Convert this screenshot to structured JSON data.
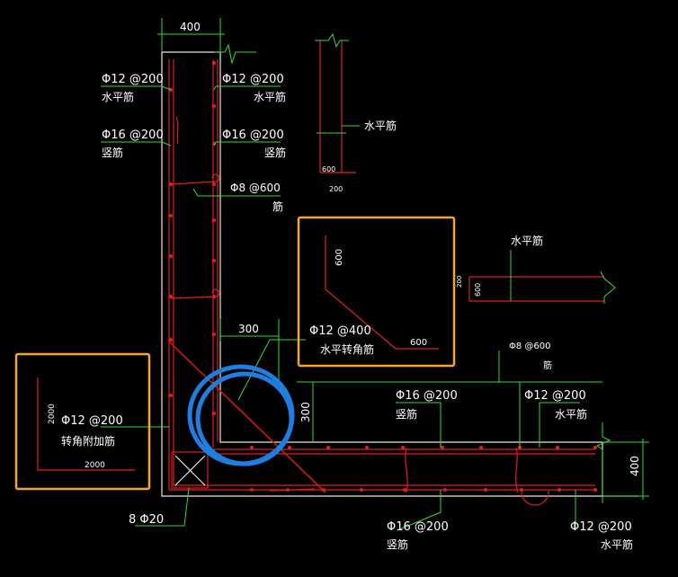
{
  "dims": {
    "wall_width_top": "400",
    "wall_width_right": "400",
    "corner_leg_vertical": "300",
    "corner_leg_horizontal": "300",
    "detail_hook_h": "600",
    "detail_hook_v": "200",
    "inset_corner_leg_a": "600",
    "inset_corner_leg_b": "600",
    "inset_addbar_leg_a": "2000",
    "inset_addbar_leg_b": "2000",
    "detail2_h": "600",
    "detail2_small": "200"
  },
  "labels": {
    "top_left_horiz_spec": "Φ12 @200",
    "top_left_horiz_name": "水平筋",
    "top_right_horiz_spec": "Φ12 @200",
    "top_right_horiz_name": "水平筋",
    "top_left_vert_spec": "Φ16 @200",
    "top_left_vert_name": "竖筋",
    "top_right_vert_spec": "Φ16 @200",
    "top_right_vert_name": "竖筋",
    "tie_spec": "Φ8 @600",
    "tie_name": "筋",
    "detail1_name": "水平筋",
    "detail2_name": "水平筋",
    "corner_spec": "Φ12 @400",
    "corner_name": "水平转角筋",
    "addbar_spec": "Φ12 @200",
    "addbar_name": "转角附加筋",
    "right_tie_spec": "Φ8 @600",
    "right_tie_name": "筋",
    "right_vert_spec": "Φ16 @200",
    "right_vert_name": "竖筋",
    "right_horiz_spec": "Φ12 @200",
    "right_horiz_name": "水平筋",
    "column_bars": "8 Φ20",
    "bottom_vert_spec": "Φ16 @200",
    "bottom_vert_name": "竖筋",
    "bottom_horiz_spec": "Φ12 @200",
    "bottom_horiz_name": "水平筋"
  },
  "colors": {
    "background": "#000000",
    "outline": "#e8e8e8",
    "rebar": "#e02020",
    "dimension": "#33dd33",
    "highlight_box": "#f5a623",
    "highlight_circle": "#1e7fe0"
  }
}
